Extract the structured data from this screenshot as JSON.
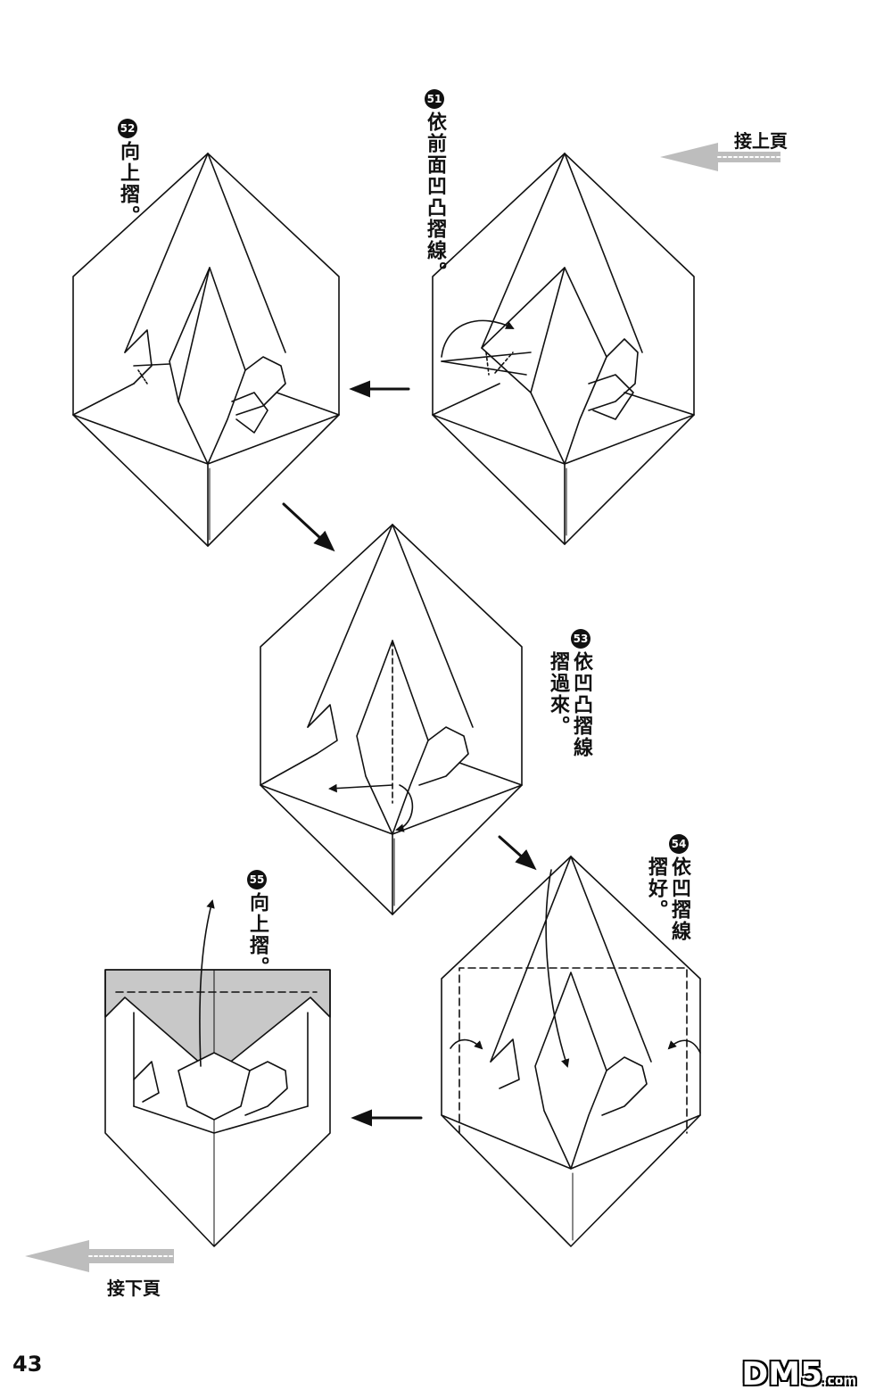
{
  "page": {
    "number": "43",
    "continue_from": "接上頁",
    "continue_to": "接下頁"
  },
  "steps": [
    {
      "num": "51",
      "text": "依前面凹凸摺線。"
    },
    {
      "num": "52",
      "text": "向上摺。"
    },
    {
      "num": "53",
      "text": "依凹凸摺線",
      "text2": "摺過來。"
    },
    {
      "num": "54",
      "text": "依凹摺線",
      "text2": "摺好。"
    },
    {
      "num": "55",
      "text": "向上摺。"
    }
  ],
  "watermark": {
    "main": "DM5",
    "suffix": ".com"
  },
  "colors": {
    "ink": "#111111",
    "shade": "#c8c8c8",
    "nav_arrow": "#bdbdbd"
  }
}
